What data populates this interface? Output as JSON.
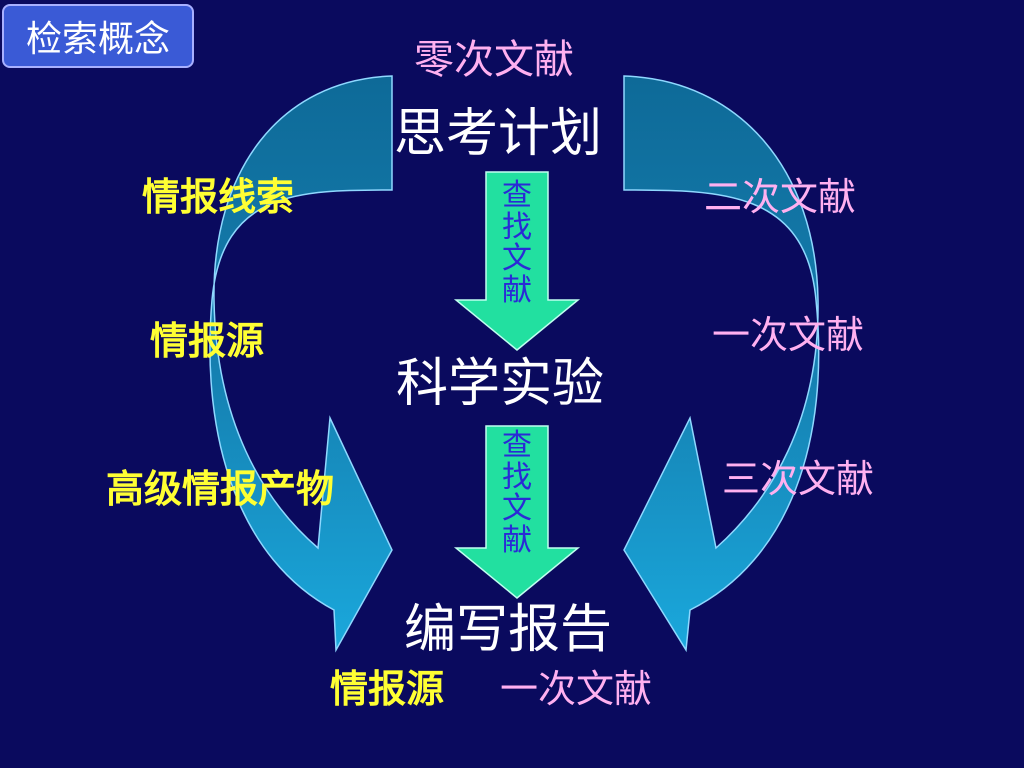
{
  "badge": "检索概念",
  "stages": {
    "think": "思考计划",
    "experiment": "科学实验",
    "report": "编写报告"
  },
  "arrows": {
    "upper": [
      "查",
      "找",
      "文",
      "献"
    ],
    "lower": [
      "查",
      "找",
      "文",
      "献"
    ]
  },
  "labels_left": {
    "clue": "情报线索",
    "source": "情报源",
    "advanced": "高级情报产物"
  },
  "labels_right": {
    "secondary": "二次文献",
    "primary": "一次文献",
    "tertiary": "三次文献"
  },
  "top_label": "零次文献",
  "bottom": {
    "source": "情报源",
    "primary": "一次文献"
  },
  "colors": {
    "background": "#0a0a5e",
    "curve_arrow": "#1aa0d0",
    "down_arrow": "#22e0a0",
    "stage_text": "#ffffff",
    "pink_text": "#ffb0f0",
    "yellow_text": "#ffff33",
    "vertical_text": "#2a2ad6"
  }
}
